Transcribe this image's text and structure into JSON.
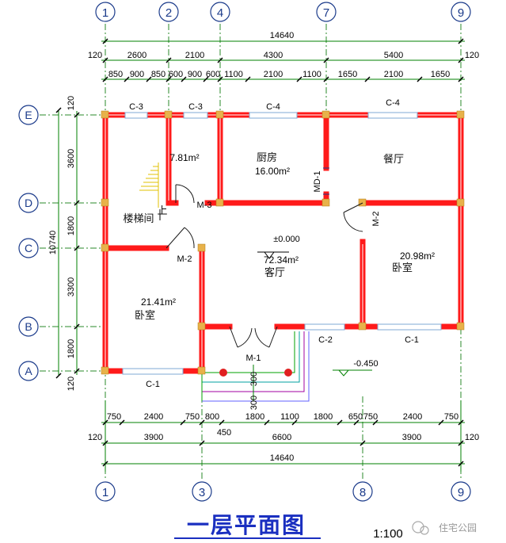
{
  "axes": {
    "top": [
      "1",
      "2",
      "4",
      "7",
      "9"
    ],
    "bottom": [
      "1",
      "3",
      "8",
      "9"
    ],
    "left": [
      "E",
      "D",
      "C",
      "B",
      "A"
    ]
  },
  "dims_top": {
    "overall": "14640",
    "edge_left": "120",
    "edge_right": "120",
    "row2": [
      "2600",
      "2100",
      "4300",
      "5400"
    ],
    "row3": [
      "850",
      "900",
      "850",
      "600",
      "900",
      "600",
      "1100",
      "2100",
      "1100",
      "1650",
      "2100",
      "1650"
    ]
  },
  "dims_left": {
    "overall": "10740",
    "segments": [
      "120",
      "3600",
      "1800",
      "3300",
      "1800",
      "120"
    ]
  },
  "dims_bottom": {
    "row1": [
      "750",
      "2400",
      "750",
      "800",
      "1800",
      "1100",
      "1800",
      "650",
      "750",
      "2400",
      "750"
    ],
    "note450": "450",
    "edge_left": "120",
    "edge_right": "120",
    "row2": [
      "3900",
      "6600",
      "3900"
    ],
    "overall": "14640"
  },
  "rooms": {
    "storage_area": "7.81m²",
    "kitchen": "厨房",
    "kitchen_area": "16.00m²",
    "dining": "餐厅",
    "stair": "楼梯间",
    "stair_up": "上",
    "living": "客厅",
    "living_area": "72.34m²",
    "level": "±0.000",
    "bed_left": "卧室",
    "bed_left_area": "21.41m²",
    "bed_right": "卧室",
    "bed_right_area": "20.98m²",
    "outside_level": "-0.450"
  },
  "openings": {
    "c3a": "C-3",
    "c3b": "C-3",
    "c4a": "C-4",
    "c4b": "C-4",
    "md1": "MD-1",
    "m3": "M-3",
    "m2a": "M-2",
    "m2b": "M-2",
    "m1": "M-1",
    "c2": "C-2",
    "c1a": "C-1",
    "c1b": "C-1"
  },
  "steps": {
    "s1": "300",
    "s2": "300"
  },
  "title": "一层平面图",
  "scale": "1:100",
  "watermark": "住宅公园",
  "colors": {
    "wall": "#ff1a1a",
    "column": "#e8b24a",
    "dim_line": "#008000",
    "axis_circle": "#1a3a8a",
    "title": "#1a2fc0",
    "window": "#7fa8d6"
  }
}
